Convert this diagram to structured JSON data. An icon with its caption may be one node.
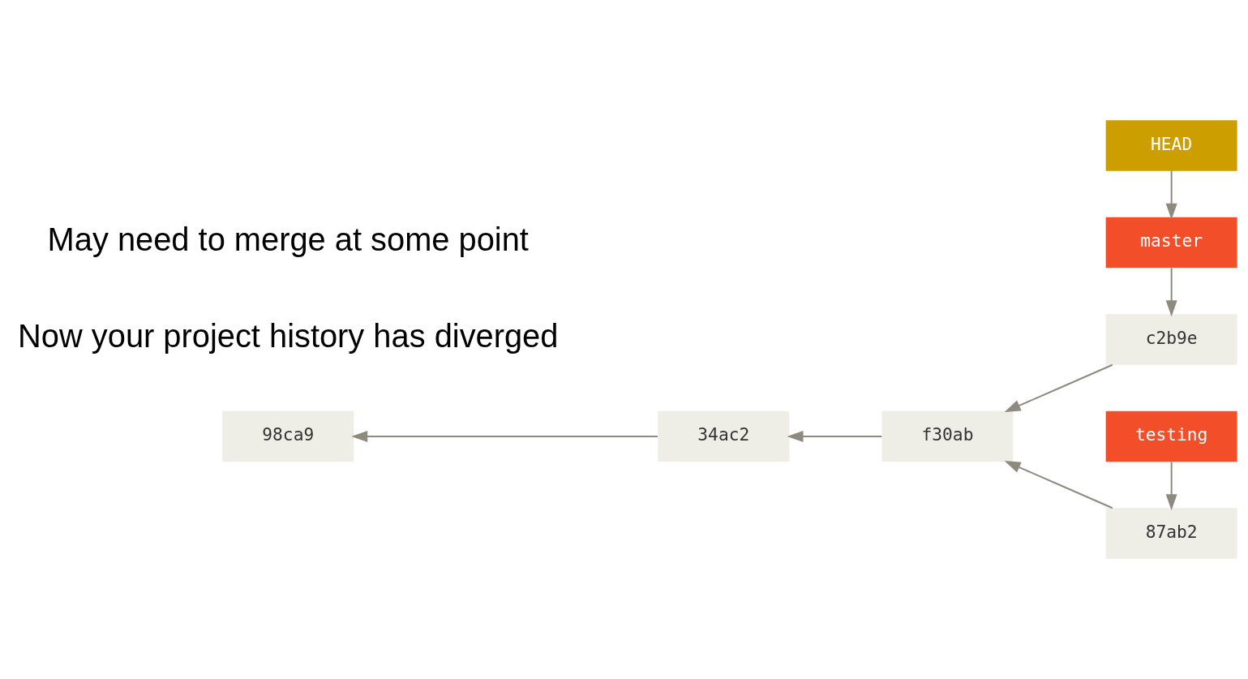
{
  "diagram": {
    "nodes": [
      {
        "text": [
          "HEAD"
        ]
      },
      {
        "text": [
          "master"
        ]
      },
      {
        "text": [
          "c2b9e"
        ]
      },
      {
        "text": [
          "98ca9"
        ]
      },
      {
        "text": [
          "34ac2"
        ]
      },
      {
        "text": [
          "f30ab"
        ]
      },
      {
        "text": [
          "87ab2"
        ]
      },
      {
        "text": [
          "testing"
        ]
      }
    ],
    "edges": [
      {
        "from": 0,
        "to": 1,
        "arrow": "to"
      },
      {
        "from": 1,
        "to": 2,
        "arrow": "to"
      },
      {
        "from": 2,
        "to": 5,
        "arrow": "to"
      },
      {
        "from": 5,
        "to": 4,
        "arrow": "to"
      },
      {
        "from": 4,
        "to": 3,
        "arrow": "to"
      },
      {
        "from": 6,
        "to": 5,
        "arrow": "to"
      },
      {
        "from": 7,
        "to": 6,
        "arrow": "to"
      }
    ],
    "labels": [
      "Now your project history has diverged",
      "May need to merge at some point"
    ]
  }
}
